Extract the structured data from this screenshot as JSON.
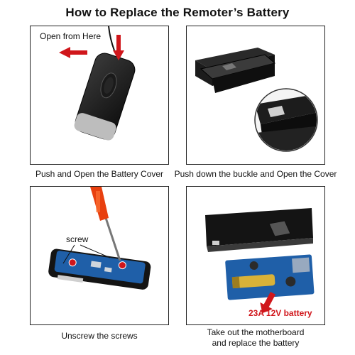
{
  "title": "How to Replace the Remoter’s Battery",
  "steps": [
    {
      "caption": "Push and Open the Battery Cover",
      "annotation": "Open from Here"
    },
    {
      "caption": "Push down the buckle and Open the Cover"
    },
    {
      "caption": "Unscrew the screws",
      "annotation": "screw"
    },
    {
      "caption_line1": "Take out the motherboard",
      "caption_line2": "and replace the battery",
      "annotation": "23A 12V battery"
    }
  ],
  "colors": {
    "arrow": "#d0161b",
    "case": "#151515",
    "board": "#1f5fa8",
    "annotation_red": "#d0161b"
  }
}
